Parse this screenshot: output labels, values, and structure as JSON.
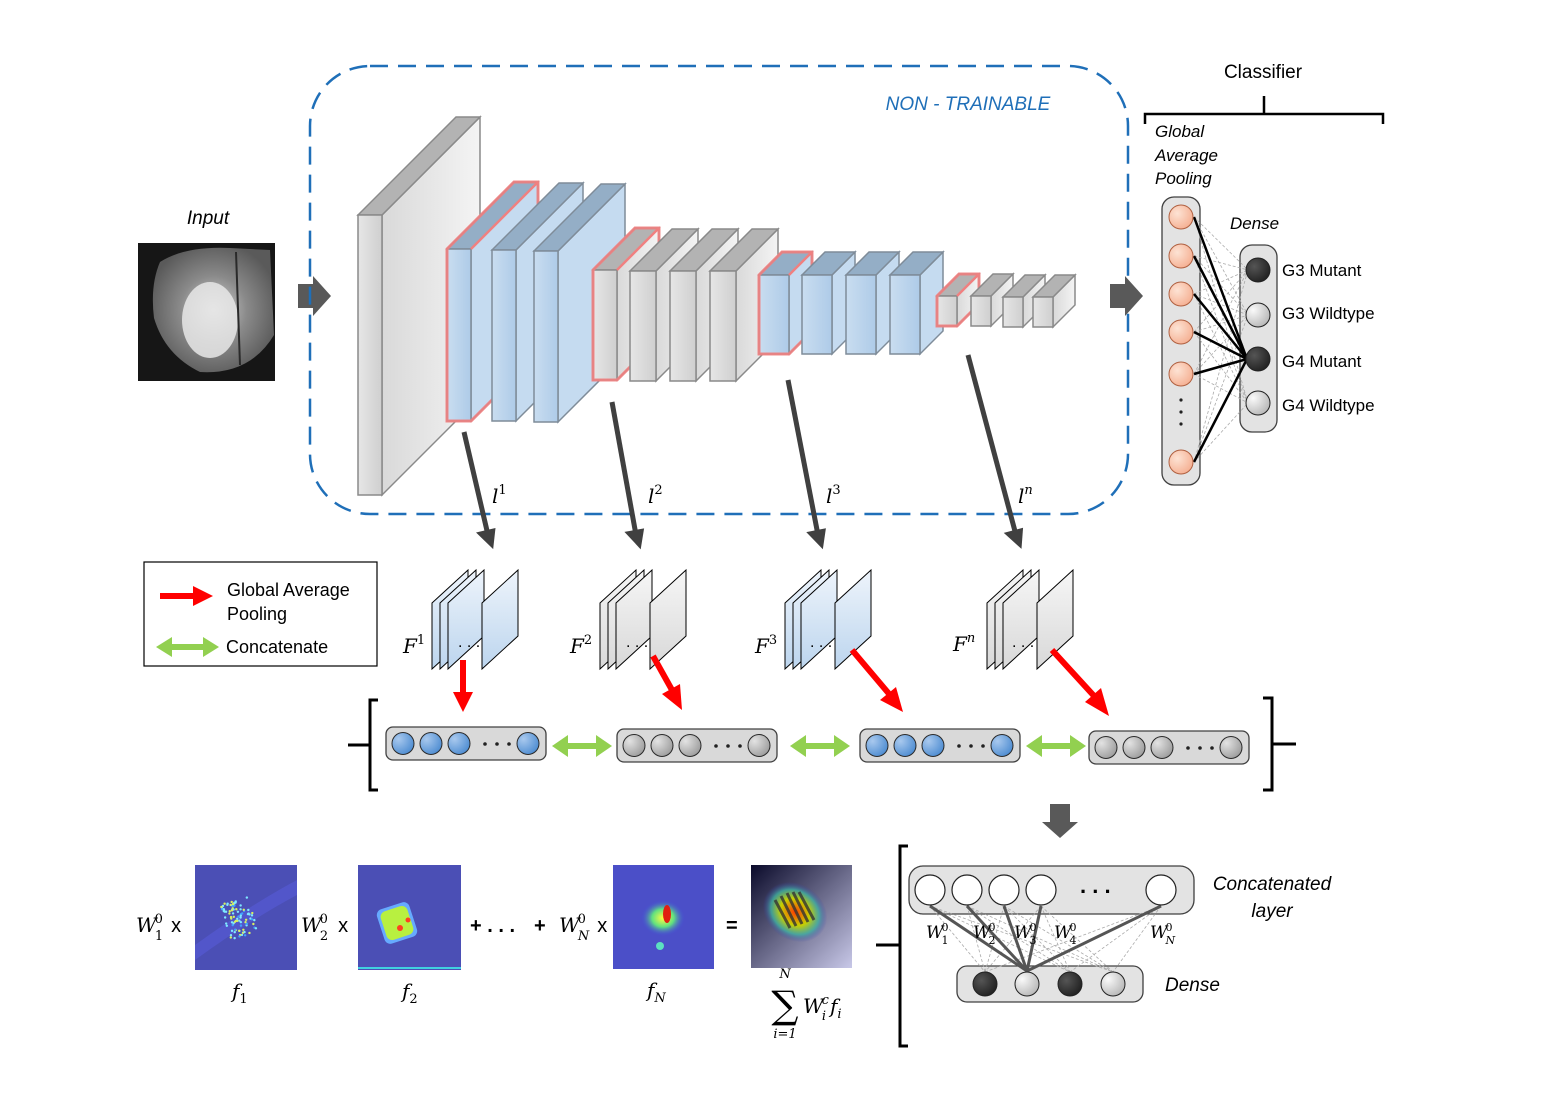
{
  "title": "Transfer-learning CNN with multi-layer feature pooling and classifier",
  "input": {
    "label": "Input",
    "image": "brain MRI slice (grayscale)"
  },
  "frozen_region": {
    "label": "NON - TRAINABLE",
    "color": "#1f6fb8"
  },
  "classifier": {
    "label": "Classifier",
    "gap_label_lines": [
      "Global",
      "Average",
      "Pooling"
    ],
    "dense_label": "Dense",
    "outputs": [
      "G3 Mutant",
      "G3 Wildtype",
      "G4 Mutant",
      "G4 Wildtype"
    ],
    "ellipsis": "⋮"
  },
  "layer_taps": [
    {
      "l": "l",
      "sup": "1",
      "F": "F",
      "Fsup": "1",
      "color": "blue"
    },
    {
      "l": "l",
      "sup": "2",
      "F": "F",
      "Fsup": "2",
      "color": "gray"
    },
    {
      "l": "l",
      "sup": "3",
      "F": "F",
      "Fsup": "3",
      "color": "blue"
    },
    {
      "l": "l",
      "sup": "n",
      "F": "F",
      "Fsup": "n",
      "color": "gray"
    }
  ],
  "feature_dots": ". . .",
  "legend": {
    "gap_line1": "Global Average",
    "gap_line2": "Pooling",
    "concat": "Concatenate"
  },
  "pooled_vectors_dots": ". . .",
  "cam": {
    "terms": [
      {
        "w": "W",
        "sub": "1",
        "sup": "0",
        "op": "x",
        "f": "f",
        "fsub": "1"
      },
      {
        "w": "W",
        "sub": "2",
        "sup": "0",
        "op": "x",
        "f": "f",
        "fsub": "2"
      },
      {
        "w": "W",
        "sub": "N",
        "sup": "0",
        "op": "x",
        "f": "f",
        "fsub": "N"
      }
    ],
    "plus_dots": "+ . . .",
    "plus": "+",
    "equals": "=",
    "sum": {
      "symbol": "∑",
      "upper": "N",
      "lower": "i=1",
      "w": "W",
      "wsub": "i",
      "wsup": "c",
      "f": "f",
      "fsub": "i"
    }
  },
  "concat_block": {
    "label_lines": [
      "Concatenated",
      "layer"
    ],
    "dense_label": "Dense",
    "dots": ". . .",
    "weights": [
      {
        "w": "W",
        "sub": "1",
        "sup": "0"
      },
      {
        "w": "W",
        "sub": "2",
        "sup": "0"
      },
      {
        "w": "W",
        "sub": "3",
        "sup": "0"
      },
      {
        "w": "W",
        "sub": "4",
        "sup": "0"
      },
      {
        "w": "W",
        "sub": "N",
        "sup": "0"
      }
    ]
  },
  "colors": {
    "arrow_dark": "#595959",
    "gap_arrow": "#ff0000",
    "concat_arrow": "#92d050",
    "layer_blue": "#bdd7ee",
    "layer_highlight": "#f08080",
    "neuron_pink": "#f8cbad"
  }
}
